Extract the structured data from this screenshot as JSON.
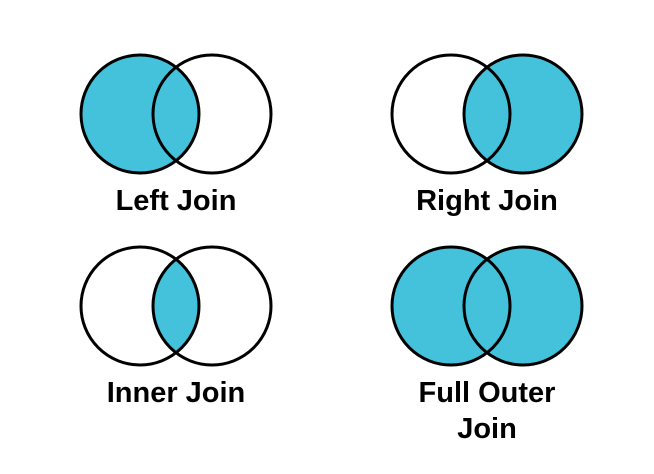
{
  "page": {
    "background_color": "#ffffff",
    "description": "SQL join types illustrated as Venn diagrams"
  },
  "colors": {
    "fill": "#44C2DC",
    "stroke": "#000000",
    "empty": "#ffffff",
    "text": "#000000"
  },
  "diagrams": [
    {
      "id": "left-join",
      "label": "Left Join",
      "filled": "left"
    },
    {
      "id": "right-join",
      "label": "Right Join",
      "filled": "right"
    },
    {
      "id": "inner-join",
      "label": "Inner Join",
      "filled": "intersection"
    },
    {
      "id": "full-outer-join",
      "label": "Full Outer Join",
      "filled": "both"
    }
  ]
}
